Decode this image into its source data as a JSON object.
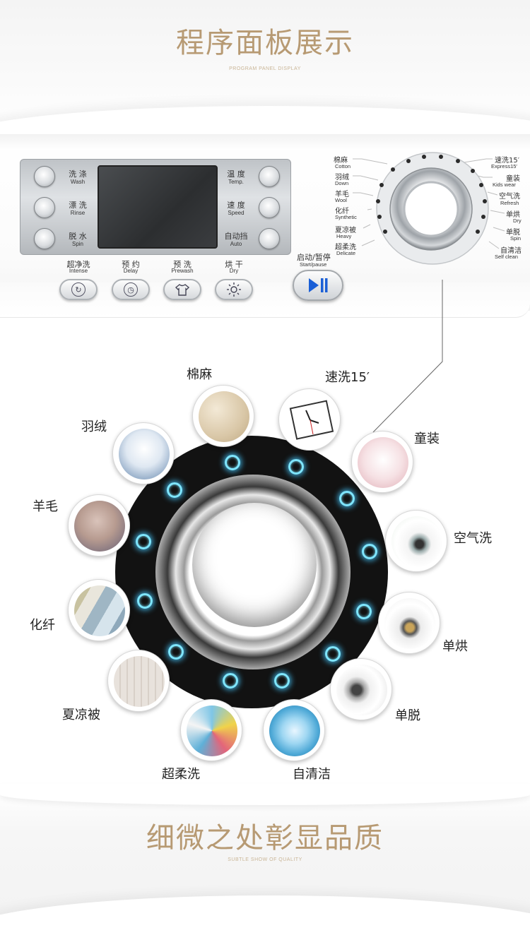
{
  "header": {
    "title": "程序面板展示",
    "subtitle": "PROGRAM PANEL DISPLAY"
  },
  "panel": {
    "left_buttons": [
      {
        "cn": "洗 涤",
        "en": "Wash"
      },
      {
        "cn": "漂 洗",
        "en": "Rinse"
      },
      {
        "cn": "脱 水",
        "en": "Spin"
      }
    ],
    "right_buttons": [
      {
        "cn": "温 度",
        "en": "Temp."
      },
      {
        "cn": "速 度",
        "en": "Speed"
      },
      {
        "cn": "自动挡",
        "en": "Auto"
      }
    ],
    "function_buttons": [
      {
        "cn": "超净洗",
        "en": "Intense",
        "icon": "intense-cycle-icon"
      },
      {
        "cn": "预 约",
        "en": "Delay",
        "icon": "clock-icon"
      },
      {
        "cn": "预 洗",
        "en": "Prewash",
        "icon": "shirt-icon"
      },
      {
        "cn": "烘 干",
        "en": "Dry",
        "icon": "sun-icon"
      }
    ],
    "start": {
      "cn": "启动/暂停",
      "en": "Start/pause",
      "icon": "play-pause-icon"
    },
    "dial_left": [
      {
        "cn": "棉麻",
        "en": "Cotton"
      },
      {
        "cn": "羽绒",
        "en": "Down"
      },
      {
        "cn": "羊毛",
        "en": "Wool"
      },
      {
        "cn": "化纤",
        "en": "Synthetic"
      },
      {
        "cn": "夏凉被",
        "en": "Heavy"
      },
      {
        "cn": "超柔洗",
        "en": "Delicate"
      }
    ],
    "dial_right": [
      {
        "cn": "速洗15′",
        "en": "Express15′"
      },
      {
        "cn": "童装",
        "en": "Kids wear"
      },
      {
        "cn": "空气洗",
        "en": "Refresh"
      },
      {
        "cn": "单烘",
        "en": "Dry"
      },
      {
        "cn": "单脱",
        "en": "Spin"
      },
      {
        "cn": "自清洁",
        "en": "Self clean"
      }
    ]
  },
  "programs": {
    "cotton": "棉麻",
    "express": "速洗15′",
    "down": "羽绒",
    "kids": "童装",
    "wool": "羊毛",
    "refresh": "空气洗",
    "synthetic": "化纤",
    "dry": "单烘",
    "heavy": "夏凉被",
    "spin": "单脱",
    "delicate": "超柔洗",
    "selfclean": "自清洁"
  },
  "footer": {
    "title": "细微之处彰显品质",
    "subtitle": "SUBTLE SHOW OF QUALITY"
  },
  "colors": {
    "title_gold": "#b79a73",
    "led_blue": "#7fe6ff",
    "play_blue": "#1a5fd6"
  }
}
